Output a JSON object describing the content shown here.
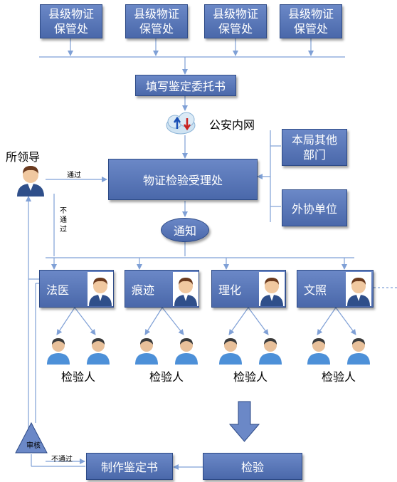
{
  "top_offices": [
    "县级物证\n保管处",
    "县级物证\n保管处",
    "县级物证\n保管处",
    "县级物证\n保管处"
  ],
  "fill_form": "填写鉴定委托书",
  "police_net": "公安内网",
  "leader": "所领导",
  "pass_label": "通过",
  "fail_label": "不\n通\n过",
  "acceptance": "物证检验受理处",
  "other_dept": "本局其他\n部门",
  "external": "外协单位",
  "notify": "通知",
  "departments": [
    "法医",
    "痕迹",
    "理化",
    "文照"
  ],
  "inspector_label": "检验人",
  "inspect": "检验",
  "make_report": "制作鉴定书",
  "review": "审核",
  "not_pass_label": "不通过",
  "colors": {
    "box": "#5a78b8",
    "line": "#7fa0d6",
    "border": "#2d4a86"
  }
}
